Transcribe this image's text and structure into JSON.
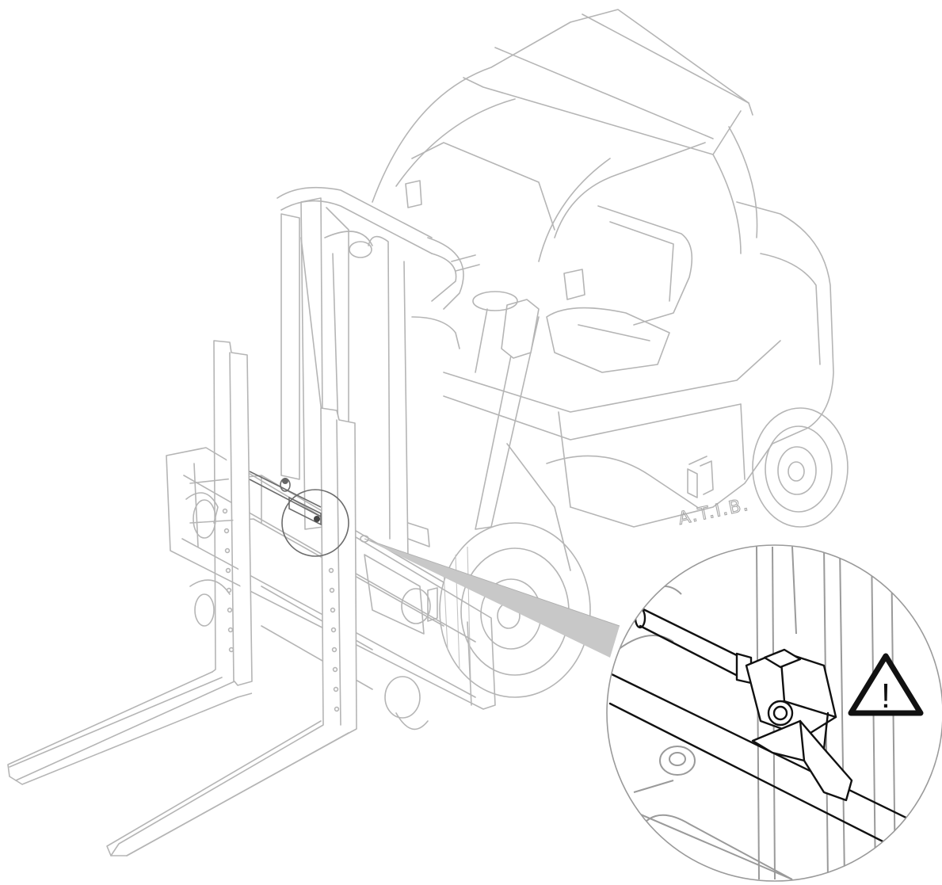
{
  "diagram": {
    "brand_label": "A.T.I.B.",
    "callout_symbol": "!",
    "colors": {
      "faint_line": "#b5b5b5",
      "dark_line": "#111111",
      "callout_beam": "#c8c8c8",
      "background": "#ffffff"
    },
    "icons": [
      "forklift-illustration",
      "magnifier-circle",
      "warning-triangle-icon",
      "atib-logo-icon"
    ]
  }
}
